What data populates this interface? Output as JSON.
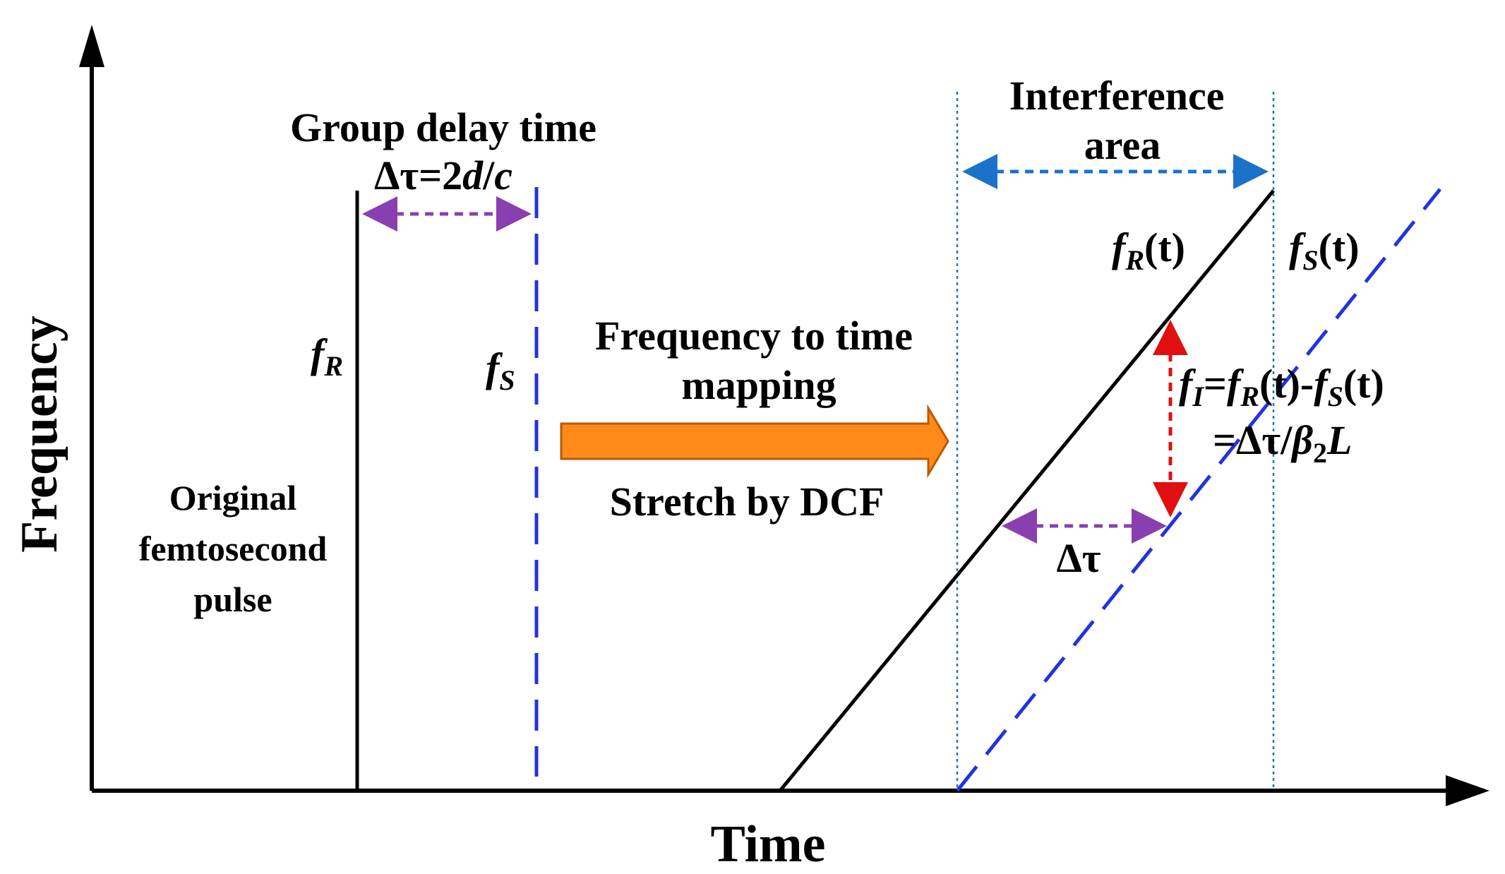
{
  "axes": {
    "x_label": "Time",
    "y_label": "Frequency"
  },
  "left_panel": {
    "group_delay_title": "Group delay time",
    "group_delay_eq": {
      "prefix": "Δτ=2",
      "d": "d",
      "slash": "/",
      "c": "c"
    },
    "f_R": {
      "f": "f",
      "sub": "R"
    },
    "f_S": {
      "f": "f",
      "sub": "S"
    },
    "pulse_label": [
      "Original",
      "femtosecond",
      "pulse"
    ]
  },
  "middle": {
    "mapping_title": [
      "Frequency to time",
      "mapping"
    ],
    "stretch_label": "Stretch by DCF"
  },
  "right_panel": {
    "interference_label": [
      "Interference",
      "area"
    ],
    "fR_t": {
      "f": "f",
      "sub": "R",
      "arg": "(t)"
    },
    "fS_t": {
      "f": "f",
      "sub": "S",
      "arg": "(t)"
    },
    "fI_eq": {
      "f": "f",
      "sub_I": "I",
      "eq": "=",
      "fR": "f",
      "sub_R": "R",
      "t1": "(t)-",
      "fS": "f",
      "sub_S": "S",
      "t2": "(t)"
    },
    "fI_eq2": {
      "prefix": "=Δτ/",
      "beta": "β",
      "sub2": "2",
      "L": "L"
    },
    "delta_tau": "Δτ"
  },
  "colors": {
    "axis": "#000000",
    "dashed_blue": "#2233dd",
    "purple": "#8a3fb0",
    "light_blue": "#1a73c8",
    "red": "#e01010",
    "orange": "#ff8a1a",
    "orange_edge": "#b85a00"
  }
}
